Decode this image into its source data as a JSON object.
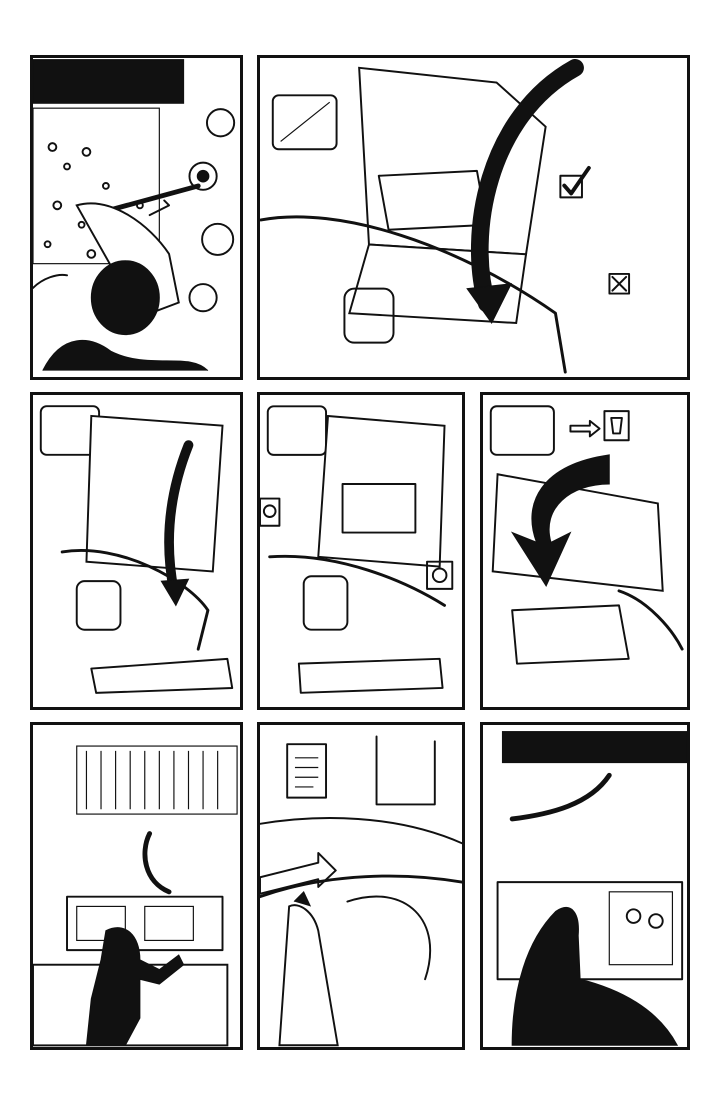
{
  "page": {
    "background": "#ffffff",
    "ink": "#111111"
  },
  "panels": [
    {
      "id": 1,
      "icons": [
        "hand-on-lever-icon",
        "operator-head-icon",
        "arrow-icon"
      ]
    },
    {
      "id": 2,
      "icons": [
        "monitor-inset-icon",
        "big-curved-arrow-icon",
        "checkbox-checked-icon",
        "checkbox-crossed-icon"
      ]
    },
    {
      "id": 3,
      "icons": [
        "monitor-inset-icon",
        "curved-arrow-icon"
      ]
    },
    {
      "id": 4,
      "icons": [
        "monitor-inset-icon",
        "tape-reel-sign-icon",
        "gear-sign-icon"
      ]
    },
    {
      "id": 5,
      "icons": [
        "monitor-inset-icon",
        "right-arrow-icon",
        "cup-sign-icon",
        "bent-arrow-icon"
      ]
    },
    {
      "id": 6,
      "icons": [
        "operator-silhouette-icon",
        "console-icon",
        "monitors-icon"
      ]
    },
    {
      "id": 7,
      "icons": [
        "clipboard-icon",
        "conveyor-arrow-icon",
        "hand-icon"
      ]
    },
    {
      "id": 8,
      "icons": [
        "seated-silhouette-icon",
        "monitor-people-icon"
      ]
    }
  ]
}
